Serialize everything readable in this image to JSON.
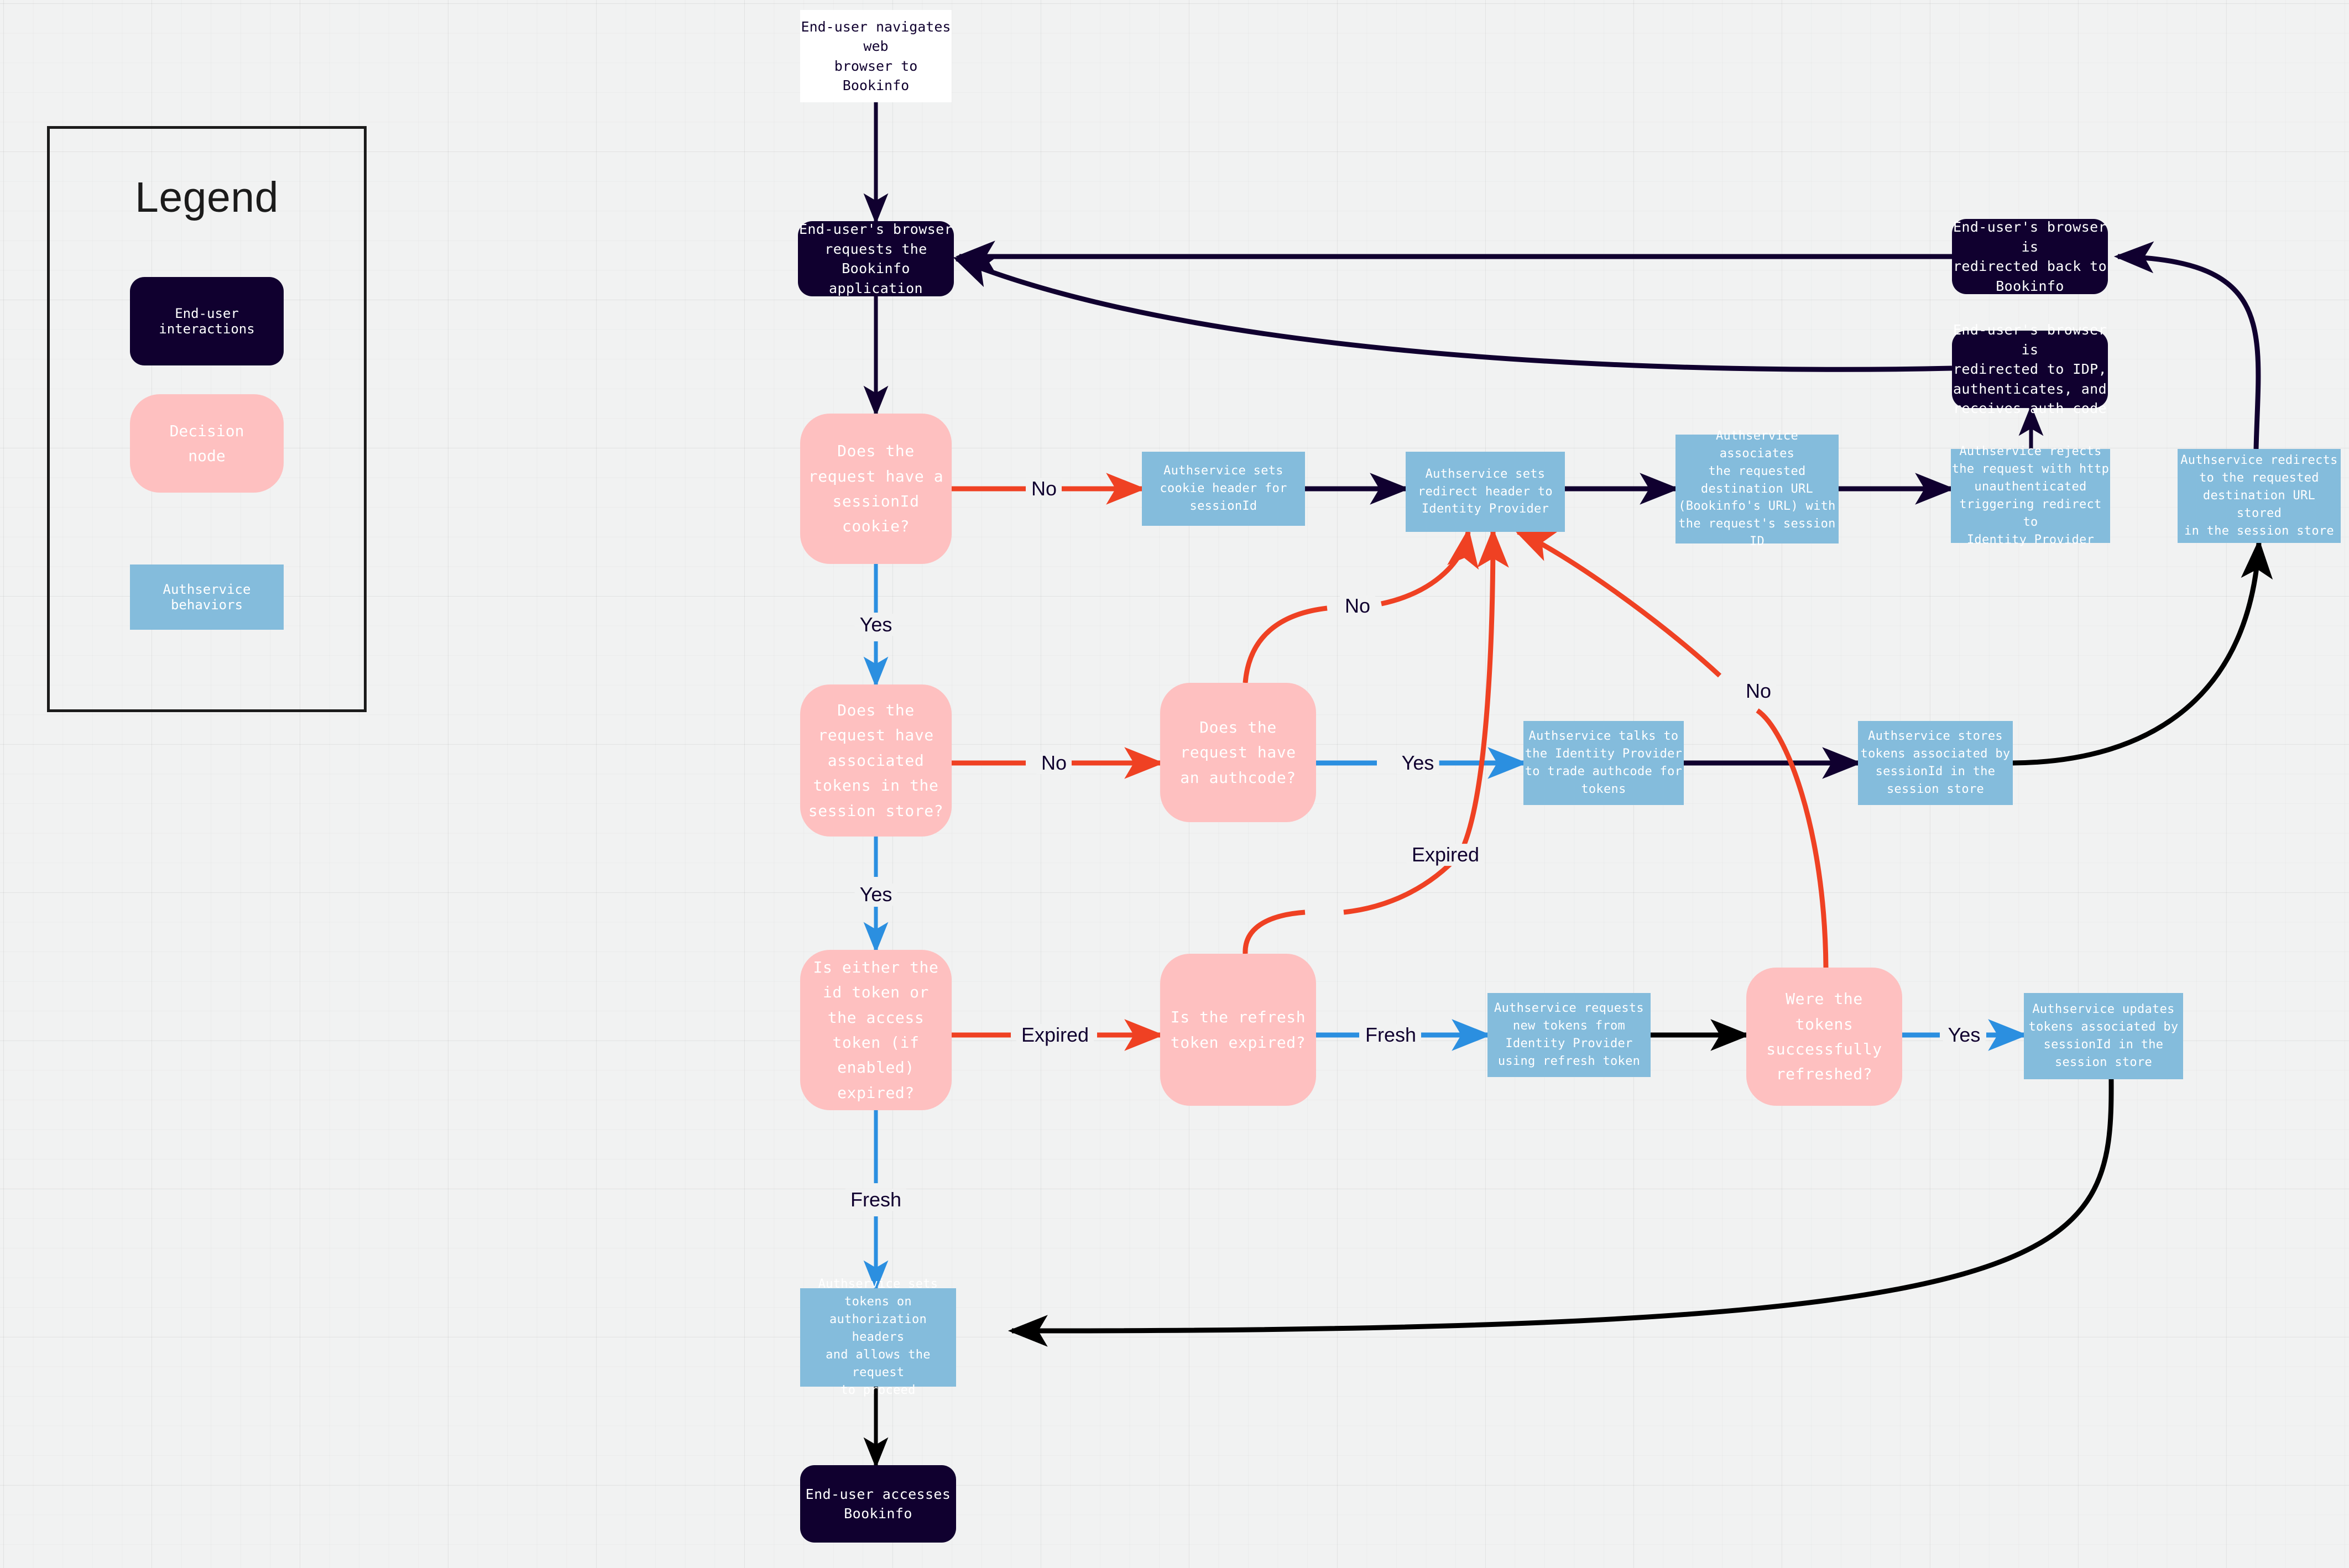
{
  "legend": {
    "title": "Legend",
    "items": [
      {
        "label": "End-user interactions",
        "type": "user",
        "color": "#10002f"
      },
      {
        "label": "Decision\nnode",
        "type": "decision",
        "color": "#fec0c0"
      },
      {
        "label": "Authservice behaviors",
        "type": "service",
        "color": "#84bcdc"
      }
    ]
  },
  "colors": {
    "background": "#f1f2f2",
    "user_node": "#10002f",
    "decision_node": "#fec0c0",
    "service_node": "#84bcdc",
    "edge_default": "#10002f",
    "edge_no": "#ef4123",
    "edge_yes": "#2b8fe0",
    "edge_black": "#000000",
    "node_text": "#ffffff"
  },
  "nodes": [
    {
      "id": "start",
      "label": "End-user navigates web\nbrowser to Bookinfo",
      "type": "plain"
    },
    {
      "id": "browser_request",
      "label": "End-user's browser\nrequests the Bookinfo\napplication",
      "type": "user"
    },
    {
      "id": "q_sessionid",
      "label": "Does the\nrequest have a\nsessionId\ncookie?",
      "type": "decision"
    },
    {
      "id": "set_cookie",
      "label": "Authservice sets\ncookie header for\nsessionId",
      "type": "service"
    },
    {
      "id": "set_redirect",
      "label": "Authservice sets\nredirect header to\nIdentity Provider",
      "type": "service"
    },
    {
      "id": "associate_url",
      "label": "Authservice associates\nthe requested\ndestination URL\n(Bookinfo's URL) with\nthe request's session\nID",
      "type": "service"
    },
    {
      "id": "reject_request",
      "label": "Authservice rejects\nthe request with http\nunauthenticated\ntriggering redirect to\nIdentity Provider",
      "type": "service"
    },
    {
      "id": "redirect_idp",
      "label": "End-user's browser is\nredirected to IDP,\nauthenticates, and\nreceives auth code",
      "type": "user"
    },
    {
      "id": "redirect_back",
      "label": "End-user's browser is\nredirected back to\nBookinfo",
      "type": "user"
    },
    {
      "id": "redirect_dest",
      "label": "Authservice redirects\nto the requested\ndestination URL stored\nin the session store",
      "type": "service"
    },
    {
      "id": "q_tokens",
      "label": "Does the\nrequest have\nassociated\ntokens in the\nsession store?",
      "type": "decision"
    },
    {
      "id": "q_authcode",
      "label": "Does the\nrequest have\nan authcode?",
      "type": "decision"
    },
    {
      "id": "trade_authcode",
      "label": "Authservice talks to\nthe Identity Provider\nto trade authcode for\ntokens",
      "type": "service"
    },
    {
      "id": "store_tokens",
      "label": "Authservice stores\ntokens associated by\nsessionId in the\nsession store",
      "type": "service"
    },
    {
      "id": "q_expired",
      "label": "Is either the\nid token or\nthe access\ntoken (if\nenabled)\nexpired?",
      "type": "decision"
    },
    {
      "id": "q_refresh",
      "label": "Is the refresh\ntoken expired?",
      "type": "decision"
    },
    {
      "id": "request_new",
      "label": "Authservice requests\nnew tokens from\nIdentity Provider\nusing refresh token",
      "type": "service"
    },
    {
      "id": "q_refreshed",
      "label": "Were the\ntokens\nsuccessfully\nrefreshed?",
      "type": "decision"
    },
    {
      "id": "update_tokens",
      "label": "Authservice updates\ntokens associated by\nsessionId in the\nsession store",
      "type": "service"
    },
    {
      "id": "set_tokens",
      "label": "Authservice sets\ntokens on\nauthorization headers\nand allows the request\nto proceed",
      "type": "service"
    },
    {
      "id": "end_access",
      "label": "End-user accesses\nBookinfo",
      "type": "user"
    }
  ],
  "edge_labels": [
    {
      "id": "lbl_no_1",
      "text": "No"
    },
    {
      "id": "lbl_yes_1",
      "text": "Yes"
    },
    {
      "id": "lbl_no_2",
      "text": "No"
    },
    {
      "id": "lbl_yes_2",
      "text": "Yes"
    },
    {
      "id": "lbl_no_3",
      "text": "No"
    },
    {
      "id": "lbl_yes_3",
      "text": "Yes"
    },
    {
      "id": "lbl_no_4",
      "text": "No"
    },
    {
      "id": "lbl_expired_1",
      "text": "Expired"
    },
    {
      "id": "lbl_expired_2",
      "text": "Expired"
    },
    {
      "id": "lbl_fresh_1",
      "text": "Fresh"
    },
    {
      "id": "lbl_fresh_2",
      "text": "Fresh"
    },
    {
      "id": "lbl_yes_4",
      "text": "Yes"
    }
  ]
}
